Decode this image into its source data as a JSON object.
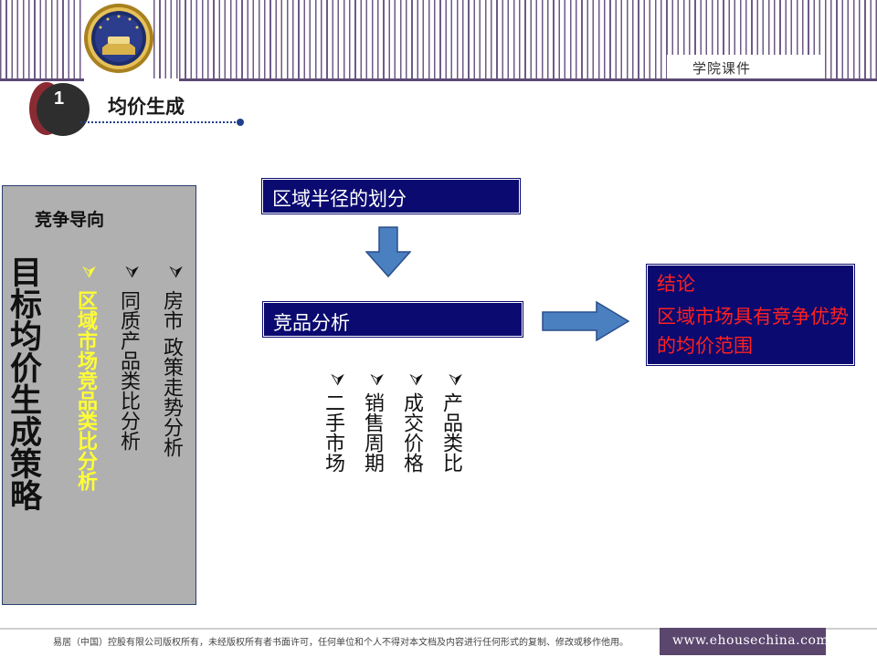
{
  "header": {
    "college_label": "学院课件",
    "logo_icon": "institute-seal-icon"
  },
  "section": {
    "number": "1",
    "title": "均价生成"
  },
  "left_panel": {
    "subtitle": "竞争导向",
    "vertical_title": "目标均价生成策略",
    "columns": [
      {
        "text": "房市 政策走势分析",
        "highlighted": false
      },
      {
        "text": "同质产品类比分析",
        "highlighted": false
      },
      {
        "text": "区域市场竞品类比分析",
        "highlighted": true
      }
    ]
  },
  "flow": {
    "step1": "区域半径的划分",
    "step2": "竞品分析",
    "factors": [
      "产品类比",
      "成交价格",
      "销售周期",
      "二手市场"
    ],
    "conclusion_title": "结论",
    "conclusion_text": "区域市场具有竞争优势的均价范围"
  },
  "colors": {
    "navy": "#0a0a70",
    "highlight_yellow": "#ffff33",
    "conclusion_red": "#ff2020",
    "arrow_blue": "#4a7fc0",
    "header_purple": "#6e5a86"
  },
  "footer": {
    "copyright": "易居（中国）控股有限公司版权所有，未经版权所有者书面许可，任何单位和个人不得对本文档及内容进行任何形式的复制、修改或移作他用。",
    "url": "www.ehousechina.com"
  }
}
